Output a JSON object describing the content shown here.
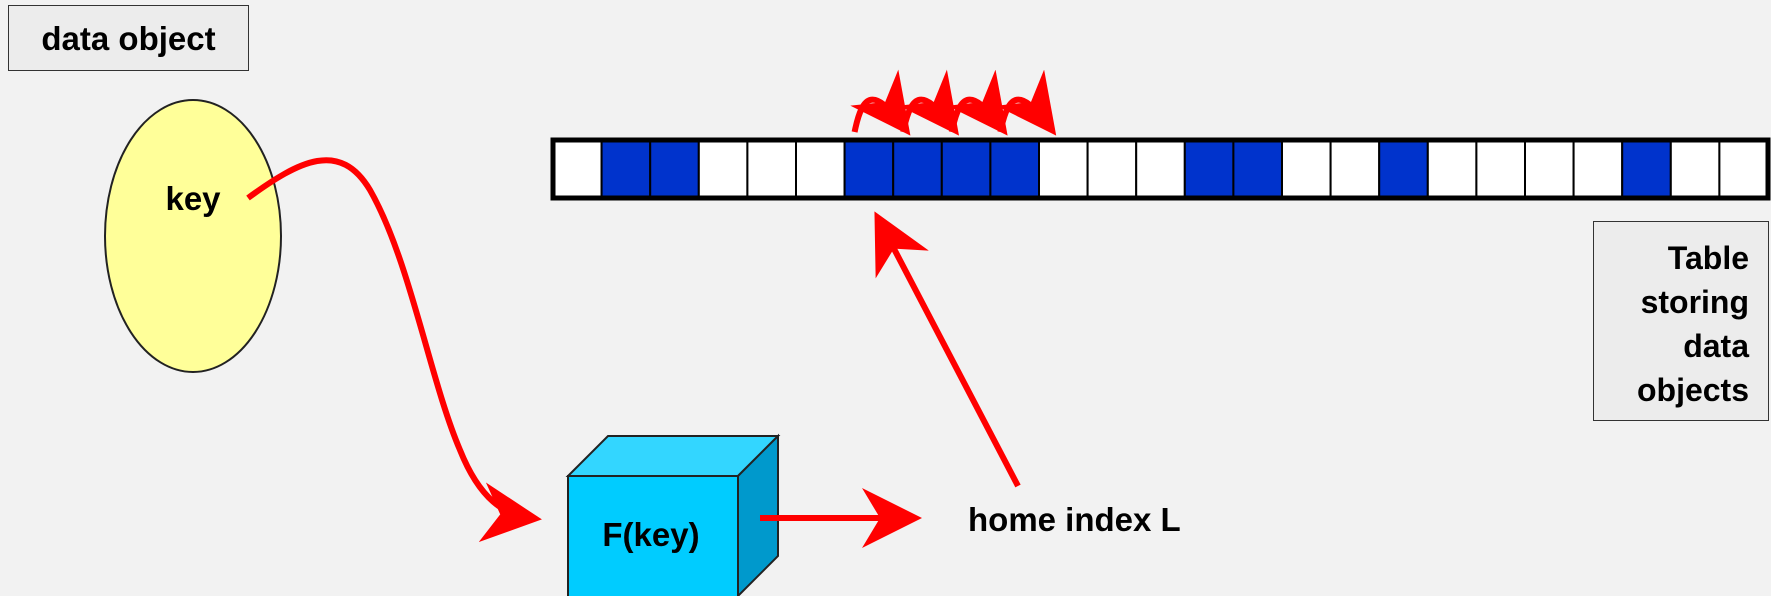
{
  "labels": {
    "data_object": "data object",
    "key": "key",
    "function": "F(key)",
    "home_index": "home index L",
    "table_caption": [
      "Table",
      "storing",
      "data",
      "objects"
    ]
  },
  "table": {
    "cells": [
      0,
      1,
      1,
      0,
      0,
      0,
      1,
      1,
      1,
      1,
      0,
      0,
      0,
      1,
      1,
      0,
      0,
      1,
      0,
      0,
      0,
      0,
      1,
      0,
      0
    ],
    "probe_start": 6,
    "probe_hops": 4
  },
  "colors": {
    "background": "#f2f2f2",
    "occupied": "#0033cc",
    "empty": "#ffffff",
    "arrow": "#ff0000",
    "key_ellipse": "#ffff99",
    "cube_front": "#00ccff",
    "cube_top": "#33d6ff",
    "cube_side": "#0099cc"
  }
}
